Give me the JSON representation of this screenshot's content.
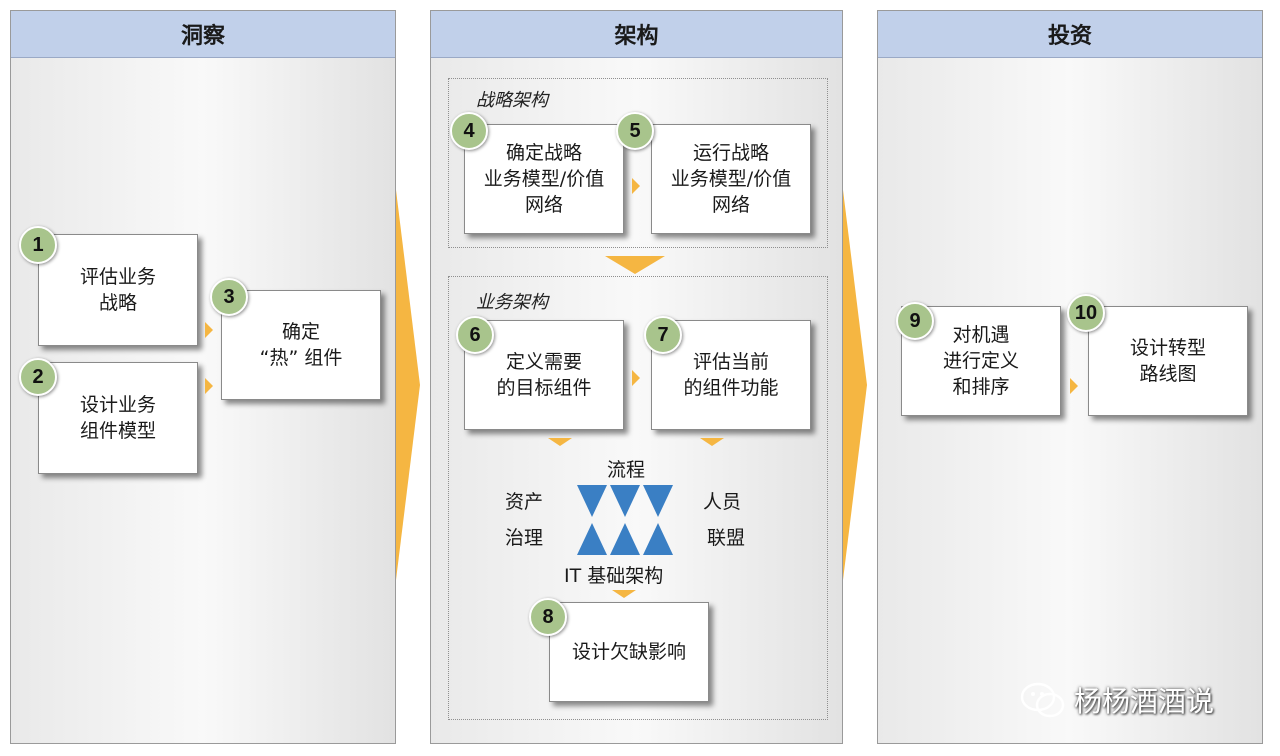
{
  "panels": {
    "insight": "洞察",
    "architecture": "架构",
    "investment": "投资"
  },
  "sections": {
    "strategy": "战略架构",
    "business": "业务架构"
  },
  "steps": {
    "s1": {
      "num": "1",
      "text": "评估业务\n战略"
    },
    "s2": {
      "num": "2",
      "text": "设计业务\n组件模型"
    },
    "s3": {
      "num": "3",
      "text": "确定\n“热” 组件"
    },
    "s4": {
      "num": "4",
      "text": "确定战略\n业务模型/价值\n网络"
    },
    "s5": {
      "num": "5",
      "text": "运行战略\n业务模型/价值\n网络"
    },
    "s6": {
      "num": "6",
      "text": "定义需要\n的目标组件"
    },
    "s7": {
      "num": "7",
      "text": "评估当前\n的组件功能"
    },
    "s8": {
      "num": "8",
      "text": "设计欠缺影响"
    },
    "s9": {
      "num": "9",
      "text": "对机遇\n进行定义\n和排序"
    },
    "s10": {
      "num": "10",
      "text": "设计转型\n路线图"
    }
  },
  "dimensions": {
    "top": "流程",
    "left_top": "资产",
    "left_bottom": "治理",
    "right_top": "人员",
    "right_bottom": "联盟",
    "bottom": "IT 基础架构"
  },
  "watermark": "杨杨酒酒说",
  "colors": {
    "header": "#c1d0ea",
    "badge": "#a8c48c",
    "arrow": "#f5b642",
    "triangle": "#3a7fc4"
  }
}
